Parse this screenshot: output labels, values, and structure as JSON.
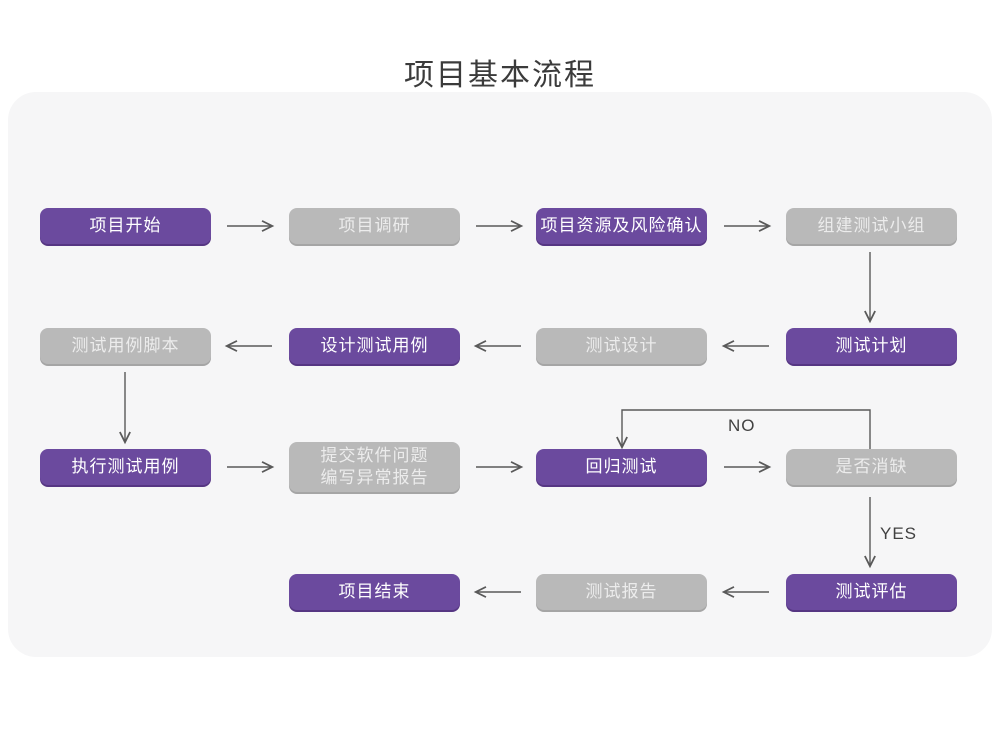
{
  "title": "项目基本流程",
  "colors": {
    "page_background": "#ffffff",
    "card_background": "#f6f6f7",
    "node_purple": "#6b4a9e",
    "node_purple_edge": "#563683",
    "node_gray": "#b9b9b9",
    "node_gray_edge": "#a5a5a5",
    "text_on_purple": "#ffffff",
    "text_on_gray": "#ececec",
    "arrow": "#595959",
    "edge_label_text": "#414141",
    "title_text": "#3b3b3b"
  },
  "nodes": [
    {
      "id": "project-start",
      "label": "项目开始",
      "variant": "purple",
      "row": 1,
      "col": 1
    },
    {
      "id": "project-research",
      "label": "项目调研",
      "variant": "gray",
      "row": 1,
      "col": 2
    },
    {
      "id": "resource-risk-confirm",
      "label": "项目资源及风险确认",
      "variant": "purple",
      "row": 1,
      "col": 3
    },
    {
      "id": "build-test-team",
      "label": "组建测试小组",
      "variant": "gray",
      "row": 1,
      "col": 4
    },
    {
      "id": "test-case-script",
      "label": "测试用例脚本",
      "variant": "gray",
      "row": 2,
      "col": 1
    },
    {
      "id": "design-test-case",
      "label": "设计测试用例",
      "variant": "purple",
      "row": 2,
      "col": 2
    },
    {
      "id": "test-design",
      "label": "测试设计",
      "variant": "gray",
      "row": 2,
      "col": 3
    },
    {
      "id": "test-plan",
      "label": "测试计划",
      "variant": "purple",
      "row": 2,
      "col": 4
    },
    {
      "id": "execute-test-case",
      "label": "执行测试用例",
      "variant": "purple",
      "row": 3,
      "col": 1
    },
    {
      "id": "submit-issue-report",
      "label": "提交软件问题\n编写异常报告",
      "variant": "gray",
      "row": 3,
      "col": 2
    },
    {
      "id": "regression-test",
      "label": "回归测试",
      "variant": "purple",
      "row": 3,
      "col": 3
    },
    {
      "id": "defect-cleared",
      "label": "是否消缺",
      "variant": "gray",
      "row": 3,
      "col": 4
    },
    {
      "id": "project-end",
      "label": "项目结束",
      "variant": "purple",
      "row": 4,
      "col": 2
    },
    {
      "id": "test-report",
      "label": "测试报告",
      "variant": "gray",
      "row": 4,
      "col": 3
    },
    {
      "id": "test-evaluate",
      "label": "测试评估",
      "variant": "purple",
      "row": 4,
      "col": 4
    }
  ],
  "edges": [
    {
      "from": "project-start",
      "to": "project-research",
      "label": ""
    },
    {
      "from": "project-research",
      "to": "resource-risk-confirm",
      "label": ""
    },
    {
      "from": "resource-risk-confirm",
      "to": "build-test-team",
      "label": ""
    },
    {
      "from": "build-test-team",
      "to": "test-plan",
      "label": ""
    },
    {
      "from": "test-plan",
      "to": "test-design",
      "label": ""
    },
    {
      "from": "test-design",
      "to": "design-test-case",
      "label": ""
    },
    {
      "from": "design-test-case",
      "to": "test-case-script",
      "label": ""
    },
    {
      "from": "test-case-script",
      "to": "execute-test-case",
      "label": ""
    },
    {
      "from": "execute-test-case",
      "to": "submit-issue-report",
      "label": ""
    },
    {
      "from": "submit-issue-report",
      "to": "regression-test",
      "label": ""
    },
    {
      "from": "regression-test",
      "to": "defect-cleared",
      "label": ""
    },
    {
      "from": "defect-cleared",
      "to": "regression-test",
      "label": "NO"
    },
    {
      "from": "defect-cleared",
      "to": "test-evaluate",
      "label": "YES"
    },
    {
      "from": "test-evaluate",
      "to": "test-report",
      "label": ""
    },
    {
      "from": "test-report",
      "to": "project-end",
      "label": ""
    }
  ],
  "edge_labels": {
    "no": "NO",
    "yes": "YES"
  }
}
